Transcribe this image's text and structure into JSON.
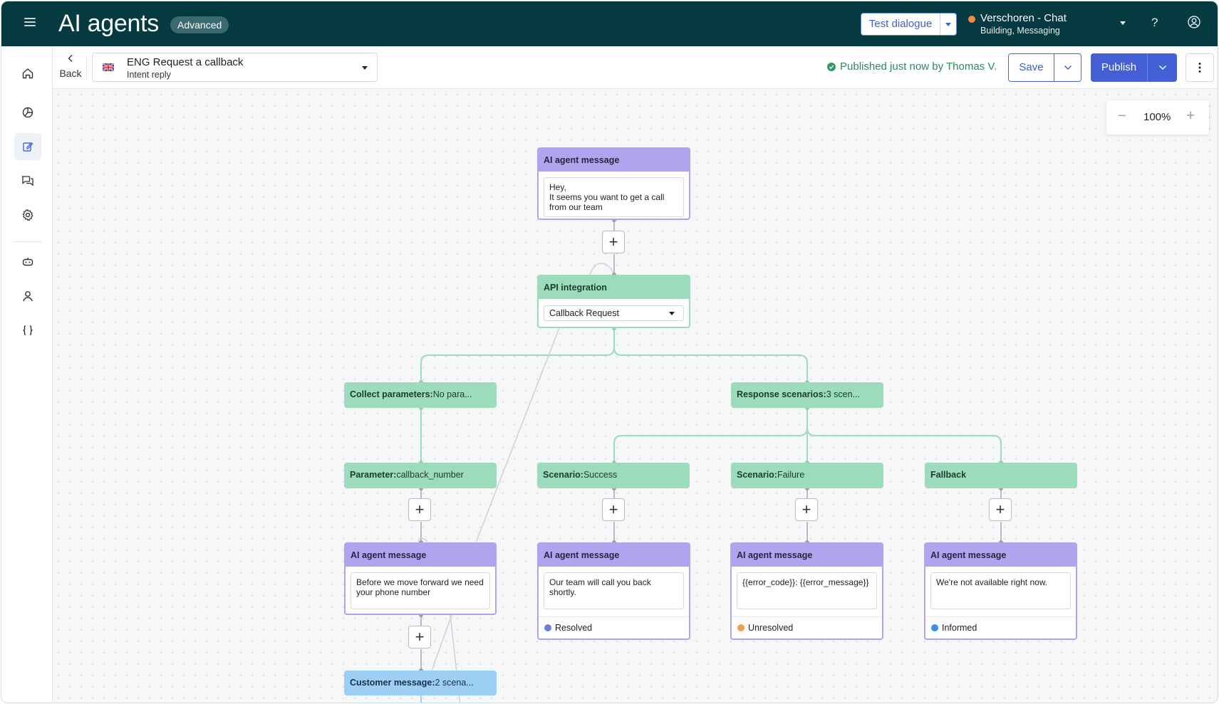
{
  "topbar": {
    "app_title": "AI agents",
    "badge": "Advanced",
    "test_dialogue": "Test dialogue",
    "workspace_name": "Verschoren - Chat",
    "workspace_sub": "Building, Messaging",
    "help": "?"
  },
  "subbar": {
    "back": "Back",
    "intent_name": "ENG Request a callback",
    "intent_type": "Intent reply",
    "published": "Published just now by Thomas V.",
    "save": "Save",
    "publish": "Publish"
  },
  "zoom": {
    "minus": "−",
    "value": "100%",
    "plus": "+"
  },
  "flow": {
    "n1": {
      "title": "AI agent message",
      "text1": "Hey,",
      "text2": "It seems you want to get a call from our team"
    },
    "n2": {
      "title": "API integration",
      "select": "Callback Request"
    },
    "n3": {
      "label": "Collect parameters:",
      "value": "No para..."
    },
    "n4": {
      "label": "Response scenarios:",
      "value": "3 scen..."
    },
    "n5": {
      "label": "Parameter:",
      "value": "callback_number"
    },
    "n6": {
      "label": "Scenario:",
      "value": "Success"
    },
    "n7": {
      "label": "Scenario:",
      "value": "Failure"
    },
    "n8": {
      "label": "Fallback"
    },
    "n9": {
      "title": "AI agent message",
      "text": "Before we move forward we need your phone number"
    },
    "n10": {
      "title": "AI agent message",
      "text": "Our team will call you back shortly.",
      "status": "Resolved"
    },
    "n11": {
      "title": "AI agent message",
      "text": "{{error_code}}: {{error_message}}",
      "status": "Unresolved"
    },
    "n12": {
      "title": "AI agent message",
      "text": "We're not available right now.",
      "status": "Informed"
    },
    "n13": {
      "label": "Customer message:",
      "value": "2 scena..."
    },
    "add": "+"
  },
  "colors": {
    "topbar": "#053a40",
    "green_node": "#9ddbbd",
    "purple_node": "#b2a3ee",
    "blue_node": "#9dcff5",
    "resolved": "#6c7fd8",
    "unresolved": "#f0a04c",
    "informed": "#3b8fe6",
    "accent": "#4560d6"
  },
  "icons": [
    "menu-icon",
    "home-icon",
    "analytics-icon",
    "edit-icon",
    "conversations-icon",
    "settings-icon",
    "bot-icon",
    "user-icon",
    "code-braces-icon",
    "uk-flag-icon",
    "check-circle-icon",
    "more-vertical-icon",
    "profile-icon"
  ]
}
